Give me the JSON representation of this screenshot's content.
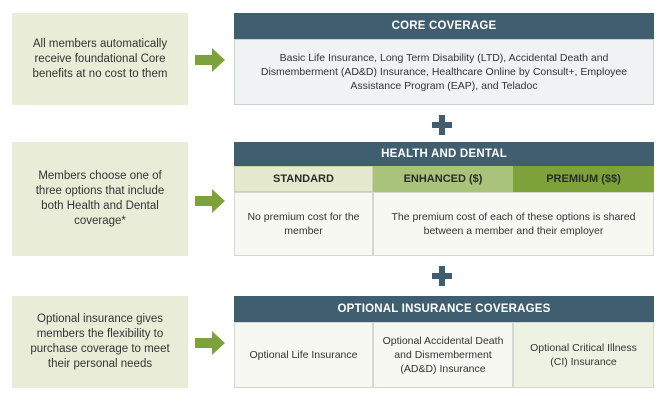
{
  "rows": [
    {
      "left_text": "All members automatically receive foundational Core benefits at no cost to them",
      "header": "CORE COVERAGE",
      "body": "Basic Life Insurance, Long Term Disability (LTD), Accidental Death and Dismemberment (AD&D) Insurance, Healthcare Online by Consult+, Employee Assistance Program (EAP), and Teladoc"
    },
    {
      "left_text": "Members choose one of three options that include both Health and Dental coverage*",
      "header": "HEALTH AND DENTAL",
      "options": [
        "STANDARD",
        "ENHANCED ($)",
        "PREMIUM ($$)"
      ],
      "standard_note": "No premium cost for the member",
      "shared_note": "The premium cost of each of these options is shared between a member and their employer"
    },
    {
      "left_text": "Optional insurance gives members the flexibility to purchase coverage to meet their personal needs",
      "header": "OPTIONAL INSURANCE COVERAGES",
      "cells": [
        "Optional Life Insurance",
        "Optional Accidental Death and Dismemberment (AD&D) Insurance",
        "Optional Critical Illness (CI) Insurance"
      ]
    }
  ],
  "colors": {
    "left_box": "#e9edd8",
    "arrow": "#7ea23a",
    "header": "#3f5e6f",
    "plus": "#3f5e6f",
    "standard": "#e5eacf",
    "enhanced": "#a9c47a",
    "premium": "#7ea23a",
    "cell_light": "#f7f8f1",
    "cell_mid": "#eef2e2"
  },
  "icons": {
    "arrow": "arrow-right-icon",
    "plus": "plus-icon"
  }
}
